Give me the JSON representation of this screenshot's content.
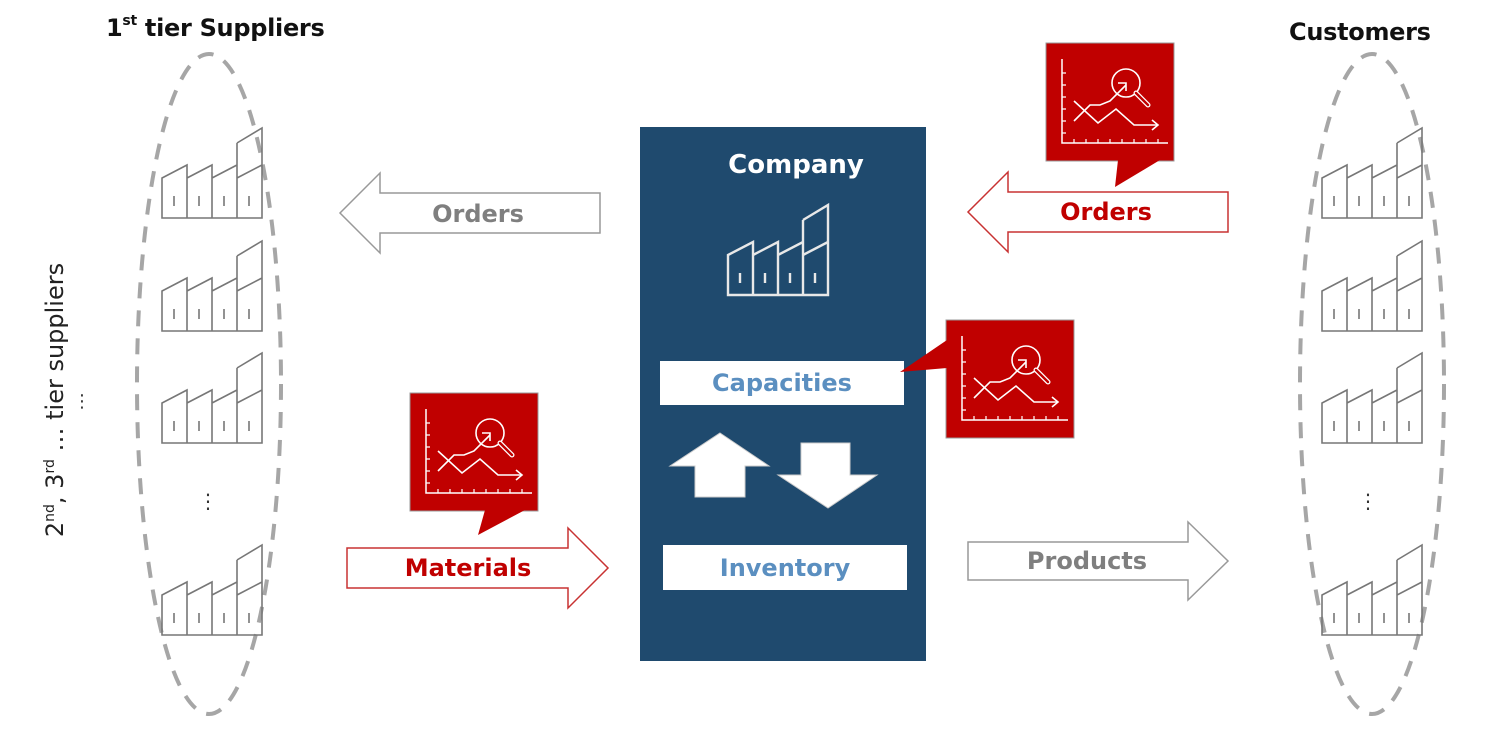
{
  "headings": {
    "suppliers": {
      "base": "1",
      "sup": "st",
      "rest": " tier Suppliers"
    },
    "customers": "Customers",
    "side_label": {
      "p1": "2",
      "s1": "nd",
      "p2": ", 3",
      "s2": "rd",
      "p3": " … tier suppliers"
    }
  },
  "company": {
    "title": "Company",
    "capacities_label": "Capacities",
    "inventory_label": "Inventory"
  },
  "flows": {
    "orders_to_suppliers": "Orders",
    "orders_from_customers": "Orders",
    "materials": "Materials",
    "products": "Products"
  },
  "ellipsis": "⋮",
  "colors": {
    "company_blue": "#1f4a6e",
    "accent_red": "#c00000",
    "gray_text": "#7f7f7f",
    "light_blue_text": "#5b8fc0",
    "dashed_gray": "#a6a6a6"
  }
}
